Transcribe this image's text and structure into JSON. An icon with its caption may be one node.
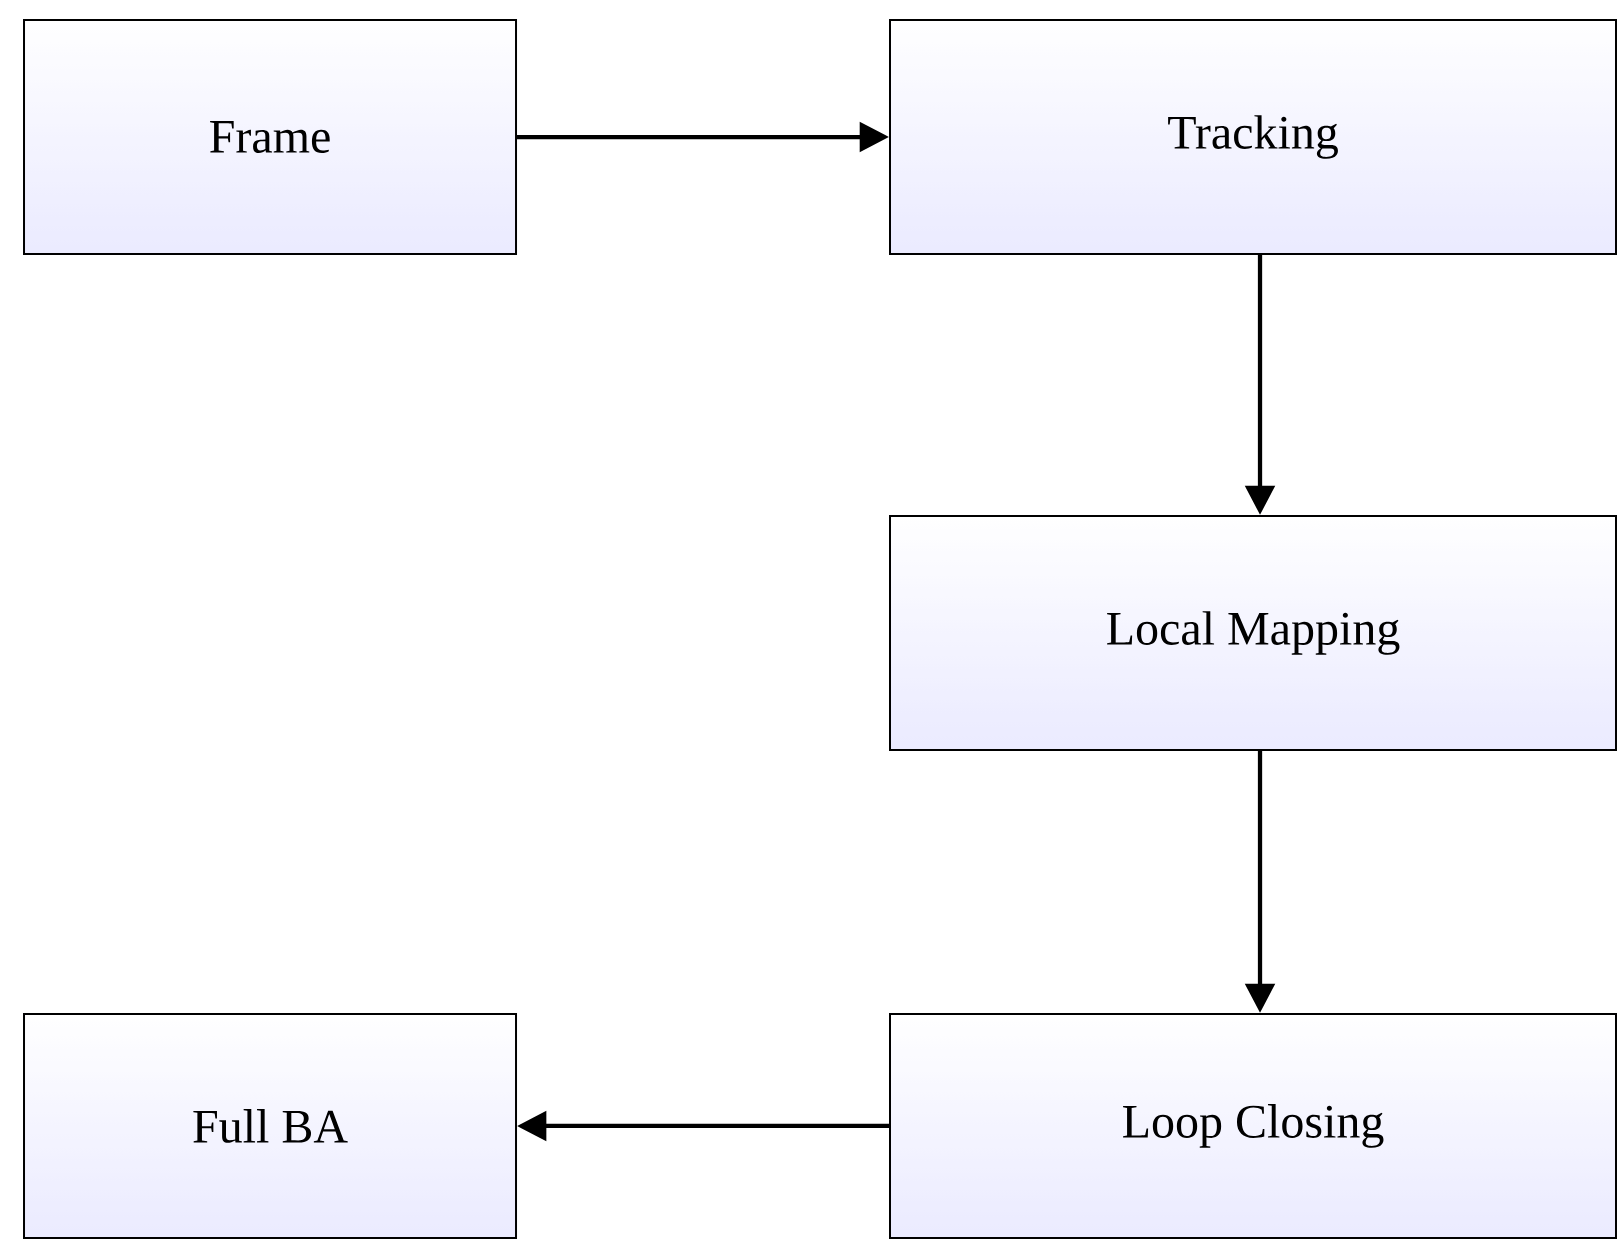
{
  "diagram": {
    "nodes": [
      {
        "text": [
          "Frame"
        ]
      },
      {
        "text": [
          "Tracking"
        ]
      },
      {
        "text": [
          "Local Mapping"
        ]
      },
      {
        "text": [
          "Loop Closing"
        ]
      },
      {
        "text": [
          "Full BA"
        ]
      }
    ],
    "edges": [
      {
        "from": 0,
        "to": 1,
        "arrow": "to"
      },
      {
        "from": 1,
        "to": 2,
        "arrow": "to"
      },
      {
        "from": 2,
        "to": 3,
        "arrow": "to"
      },
      {
        "from": 3,
        "to": 4,
        "arrow": "to"
      }
    ]
  }
}
